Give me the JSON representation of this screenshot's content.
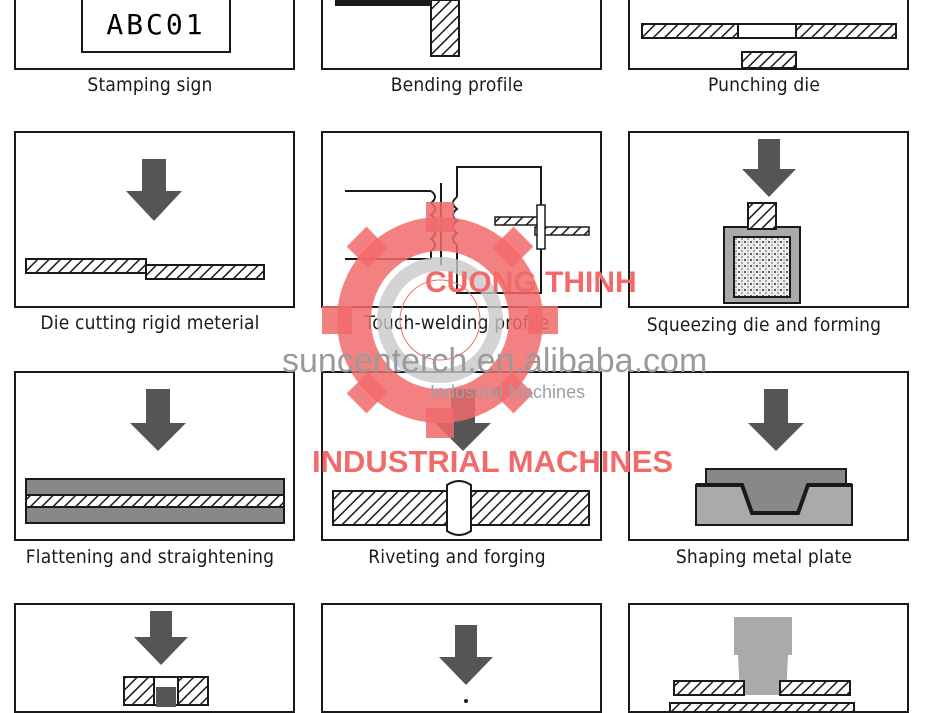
{
  "panels": [
    {
      "label": "Stamping sign",
      "sign_text": "ABC01"
    },
    {
      "label": "Bending profile"
    },
    {
      "label": "Punching die"
    },
    {
      "label": "Die cutting rigid meterial"
    },
    {
      "label": "Touch-welding profile"
    },
    {
      "label": "Squeezing die and forming"
    },
    {
      "label": "Flattening and straightening"
    },
    {
      "label": "Riveting and forging"
    },
    {
      "label": "Shaping metal plate"
    },
    {
      "label": ""
    },
    {
      "label": ""
    },
    {
      "label": ""
    }
  ],
  "watermark": {
    "brand": "CUONG THINH",
    "tagline": "Industrial Machines",
    "big_text": "INDUSTRIAL MACHINES",
    "site": "suncenterch.en.alibaba.com",
    "colors": {
      "red": "#f26b6b",
      "gray": "#b0b0b0"
    }
  },
  "colors": {
    "arrow": "#555555",
    "line": "#1a1a1a"
  }
}
